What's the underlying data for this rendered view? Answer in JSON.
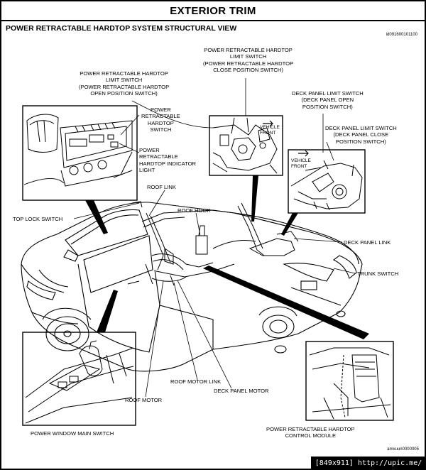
{
  "header": {
    "title": "EXTERIOR TRIM"
  },
  "subtitle": "POWER RETRACTABLE HARDTOP SYSTEM STRUCTURAL VIEW",
  "doc_id": "id091600101100",
  "figure_id": "amxuun0000005",
  "site_tag": "[849x911] http://upic.me/",
  "labels": {
    "close_switch": "POWER RETRACTABLE HARDTOP\nLIMIT SWITCH\n(POWER RETRACTABLE HARDTOP\nCLOSE POSITION SWITCH)",
    "open_switch": "POWER RETRACTABLE HARDTOP\nLIMIT SWITCH\n(POWER RETRACTABLE HARDTOP\nOPEN POSITION SWITCH)",
    "deck_open": "DECK PANEL LIMIT SWITCH\n(DECK PANEL OPEN\nPOSITION SWITCH)",
    "deck_close": "DECK PANEL LIMIT SWITCH\n(DECK PANEL CLOSE\nPOSITION SWITCH)",
    "prht_switch": "POWER\nRETRACTABLE\nHARDTOP\nSWITCH",
    "indicator": "POWER\nRETRACTABLE\nHARDTOP INDICATOR\nLIGHT",
    "roof_link": "ROOF LINK",
    "roof_hook": "ROOF HOOK",
    "top_lock": "TOP LOCK SWITCH",
    "deck_link": "DECK PANEL LINK",
    "trunk_switch": "TRUNK SWITCH",
    "roof_motor_link": "ROOF MOTOR LINK",
    "deck_motor": "DECK PANEL MOTOR",
    "roof_motor": "ROOF MOTOR",
    "power_window": "POWER WINDOW MAIN SWITCH",
    "control_module": "POWER RETRACTABLE HARDTOP\nCONTROL MODULE",
    "vehicle_front_1": "VEHICLE\nFRONT",
    "vehicle_front_2": "VEHICLE\nFRONT"
  }
}
